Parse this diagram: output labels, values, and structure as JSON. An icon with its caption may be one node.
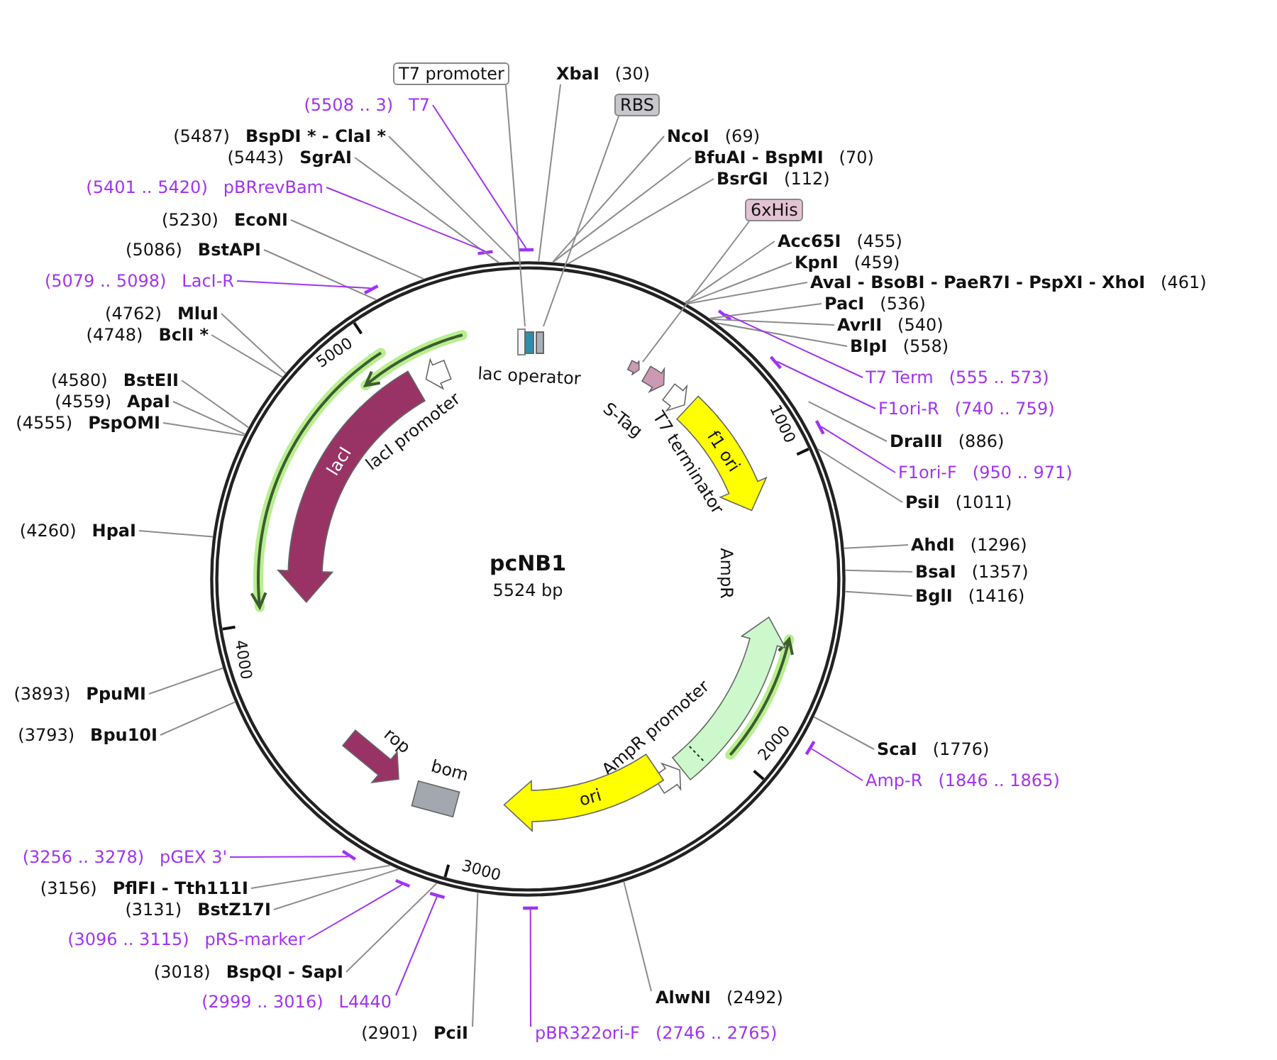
{
  "diagram": {
    "title": "pcNB1",
    "nodes": [
      {
        "text": [
          "T7 promoter"
        ]
      },
      {
        "text": [
          "XbaI",
          "(30)"
        ]
      },
      {
        "text": [
          "RBS"
        ]
      },
      {
        "text": [
          "(5508 .. 3)",
          "T7"
        ]
      },
      {
        "text": [
          "(5487)",
          "BspDI * - ClaI *"
        ]
      },
      {
        "text": [
          "NcoI",
          "(69)"
        ]
      },
      {
        "text": [
          "BfuAI - BspMI",
          "(70)"
        ]
      },
      {
        "text": [
          "(5443)",
          "SgrAI"
        ]
      },
      {
        "text": [
          "BsrGI",
          "(112)"
        ]
      },
      {
        "text": [
          "(5401 .. 5420)",
          "pBRrevBam"
        ]
      },
      {
        "text": [
          "6xHis"
        ]
      },
      {
        "text": [
          "(5230)",
          "EcoNI"
        ]
      },
      {
        "text": [
          "Acc65I",
          "(455)"
        ]
      },
      {
        "text": [
          "(5086)",
          "BstAPI"
        ]
      },
      {
        "text": [
          "KpnI",
          "(459)"
        ]
      },
      {
        "text": [
          "(5079 .. 5098)",
          "LacI-R"
        ]
      },
      {
        "text": [
          "AvaI - BsoBI - PaeR7I - PspXI - XhoI",
          "(461)"
        ]
      },
      {
        "text": [
          "PacI",
          "(536)"
        ]
      },
      {
        "text": [
          "(4762)",
          "MluI"
        ]
      },
      {
        "text": [
          "AvrII",
          "(540)"
        ]
      },
      {
        "text": [
          "(4748)",
          "BclI *"
        ]
      },
      {
        "text": [
          "BlpI",
          "(558)"
        ]
      },
      {
        "text": [
          "T7 Term",
          "(555 .. 573)"
        ]
      },
      {
        "text": [
          "(4580)",
          "BstEII"
        ]
      },
      {
        "text": [
          "(4559)",
          "ApaI"
        ]
      },
      {
        "text": [
          "F1ori-R",
          "(740 .. 759)"
        ]
      },
      {
        "text": [
          "(4555)",
          "PspOMI"
        ]
      },
      {
        "text": [
          "DraIII",
          "(886)"
        ]
      },
      {
        "text": [
          "F1ori-F",
          "(950 .. 971)"
        ]
      },
      {
        "text": [
          "PsiI",
          "(1011)"
        ]
      },
      {
        "text": [
          "(4260)",
          "HpaI"
        ]
      },
      {
        "text": [
          "AhdI",
          "(1296)"
        ]
      },
      {
        "text": [
          "BsaI",
          "(1357)"
        ]
      },
      {
        "text": [
          "BglI",
          "(1416)"
        ]
      },
      {
        "text": [
          "(3893)",
          "PpuMI"
        ]
      },
      {
        "text": [
          "(3793)",
          "Bpu10I"
        ]
      },
      {
        "text": [
          "ScaI",
          "(1776)"
        ]
      },
      {
        "text": [
          "Amp-R",
          "(1846 .. 1865)"
        ]
      },
      {
        "text": [
          "(3256 .. 3278)",
          "pGEX 3'"
        ]
      },
      {
        "text": [
          "(3156)",
          "PflFI - Tth111I"
        ]
      },
      {
        "text": [
          "(3131)",
          "BstZ17I"
        ]
      },
      {
        "text": [
          "(3096 .. 3115)",
          "pRS-marker"
        ]
      },
      {
        "text": [
          "(3018)",
          "BspQI - SapI"
        ]
      },
      {
        "text": [
          "AlwNI",
          "(2492)"
        ]
      },
      {
        "text": [
          "(2999 .. 3016)",
          "L4440"
        ]
      },
      {
        "text": [
          "(2901)",
          "PciI"
        ]
      },
      {
        "text": [
          "pBR322ori-F",
          "(2746 .. 2765)"
        ]
      },
      {
        "text": [
          "lacI"
        ]
      },
      {
        "text": [
          "lacI promoter"
        ]
      },
      {
        "text": [
          "lac operator"
        ]
      },
      {
        "text": [
          "S-Tag"
        ]
      },
      {
        "text": [
          "T7 terminator"
        ]
      },
      {
        "text": [
          "f1 ori"
        ]
      },
      {
        "text": [
          "AmpR"
        ]
      },
      {
        "text": [
          "AmpR promoter"
        ]
      },
      {
        "text": [
          "ori"
        ]
      },
      {
        "text": [
          "rop"
        ]
      },
      {
        "text": [
          "bom"
        ]
      },
      {
        "text": [],
        "shape": "arrow"
      }
    ],
    "edges": [
      {
        "from": 0,
        "to": 49,
        "arrow": "none"
      },
      {
        "from": 1,
        "to": null,
        "arrow": "none"
      },
      {
        "from": 2,
        "to": 49,
        "arrow": "none"
      },
      {
        "from": 3,
        "to": null,
        "arrow": "none",
        "color": "#a033f0"
      },
      {
        "from": 4,
        "to": null,
        "arrow": "none"
      },
      {
        "from": 5,
        "to": null,
        "arrow": "none"
      },
      {
        "from": 6,
        "to": null,
        "arrow": "none"
      },
      {
        "from": 7,
        "to": null,
        "arrow": "none"
      },
      {
        "from": 8,
        "to": null,
        "arrow": "none"
      },
      {
        "from": 9,
        "to": null,
        "arrow": "none",
        "color": "#a033f0"
      },
      {
        "from": 10,
        "to": 58,
        "arrow": "none"
      },
      {
        "from": 11,
        "to": null,
        "arrow": "none"
      },
      {
        "from": 12,
        "to": null,
        "arrow": "none"
      },
      {
        "from": 13,
        "to": null,
        "arrow": "none"
      },
      {
        "from": 14,
        "to": null,
        "arrow": "none"
      },
      {
        "from": 15,
        "to": null,
        "arrow": "none",
        "color": "#a033f0"
      },
      {
        "from": 16,
        "to": null,
        "arrow": "none"
      },
      {
        "from": 17,
        "to": null,
        "arrow": "none"
      },
      {
        "from": 18,
        "to": null,
        "arrow": "none"
      },
      {
        "from": 19,
        "to": null,
        "arrow": "none"
      },
      {
        "from": 20,
        "to": null,
        "arrow": "none"
      },
      {
        "from": 21,
        "to": null,
        "arrow": "none"
      },
      {
        "from": 22,
        "to": null,
        "arrow": "none",
        "color": "#a033f0"
      },
      {
        "from": 23,
        "to": null,
        "arrow": "none"
      },
      {
        "from": 24,
        "to": null,
        "arrow": "none"
      },
      {
        "from": 25,
        "to": null,
        "arrow": "none",
        "color": "#a033f0"
      },
      {
        "from": 26,
        "to": null,
        "arrow": "none"
      },
      {
        "from": 27,
        "to": null,
        "arrow": "none"
      },
      {
        "from": 28,
        "to": null,
        "arrow": "none",
        "color": "#a033f0"
      },
      {
        "from": 29,
        "to": null,
        "arrow": "none"
      },
      {
        "from": 30,
        "to": null,
        "arrow": "none"
      },
      {
        "from": 31,
        "to": null,
        "arrow": "none"
      },
      {
        "from": 32,
        "to": null,
        "arrow": "none"
      },
      {
        "from": 33,
        "to": null,
        "arrow": "none"
      },
      {
        "from": 34,
        "to": null,
        "arrow": "none"
      },
      {
        "from": 35,
        "to": null,
        "arrow": "none"
      },
      {
        "from": 36,
        "to": null,
        "arrow": "none"
      },
      {
        "from": 37,
        "to": null,
        "arrow": "none",
        "color": "#a033f0"
      },
      {
        "from": 38,
        "to": null,
        "arrow": "none",
        "color": "#a033f0"
      },
      {
        "from": 39,
        "to": null,
        "arrow": "none"
      },
      {
        "from": 40,
        "to": null,
        "arrow": "none"
      },
      {
        "from": 41,
        "to": null,
        "arrow": "none",
        "color": "#a033f0"
      },
      {
        "from": 42,
        "to": null,
        "arrow": "none"
      },
      {
        "from": 43,
        "to": null,
        "arrow": "none"
      },
      {
        "from": 44,
        "to": null,
        "arrow": "none",
        "color": "#a033f0"
      },
      {
        "from": 45,
        "to": null,
        "arrow": "none"
      },
      {
        "from": 46,
        "to": null,
        "arrow": "none",
        "color": "#a033f0"
      }
    ],
    "labels": [
      "5524 bp",
      "1000",
      "2000",
      "3000",
      "4000",
      "5000"
    ]
  }
}
